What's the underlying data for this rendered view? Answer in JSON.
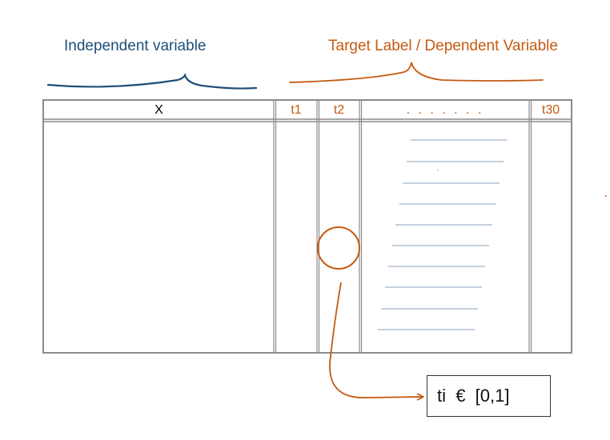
{
  "labels": {
    "independent": "Independent variable",
    "target": "Target Label / Dependent Variable"
  },
  "table": {
    "headers": {
      "x": "X",
      "t1": "t1",
      "t2": "t2",
      "ellipsis": ". . . . . . .",
      "t30": "t30"
    }
  },
  "callout": {
    "text": "ti  €  [0,1]"
  },
  "colors": {
    "independent": "#1f4e79",
    "target": "#c55a11",
    "grid": "#8c8c8c",
    "fill_lines": "#8aa0b8"
  }
}
